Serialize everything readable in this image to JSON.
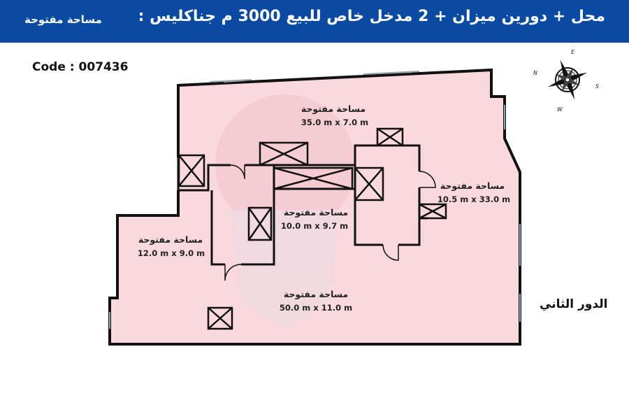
{
  "header": {
    "title": "محل + دورين ميزان + 2 مدخل خاص للبيع 3000 م جناكليس :",
    "subtitle": "مساحة مفتوحة",
    "background": "#0b4aa3"
  },
  "listing": {
    "code": "Code : 007436"
  },
  "floor_label": "الدور الثاني",
  "rooms": [
    {
      "name": "مساحة مفتوحة",
      "dims": "35.0 m x 7.0 m"
    },
    {
      "name": "مساحة مفتوحة",
      "dims": "10.5 m x 33.0 m"
    },
    {
      "name": "مساحة مفتوحة",
      "dims": "10.0 m x 9.7 m"
    },
    {
      "name": "مساحة مفتوحة",
      "dims": "12.0 m x 9.0 m"
    },
    {
      "name": "مساحة مفتوحة",
      "dims": "50.0 m x 11.0 m"
    }
  ],
  "compass": {
    "n": "N",
    "e": "E",
    "s": "S",
    "w": "W"
  },
  "colors": {
    "floor_fill": "#f9d9dd",
    "wall": "#111111",
    "window": "#9aa3ad"
  }
}
